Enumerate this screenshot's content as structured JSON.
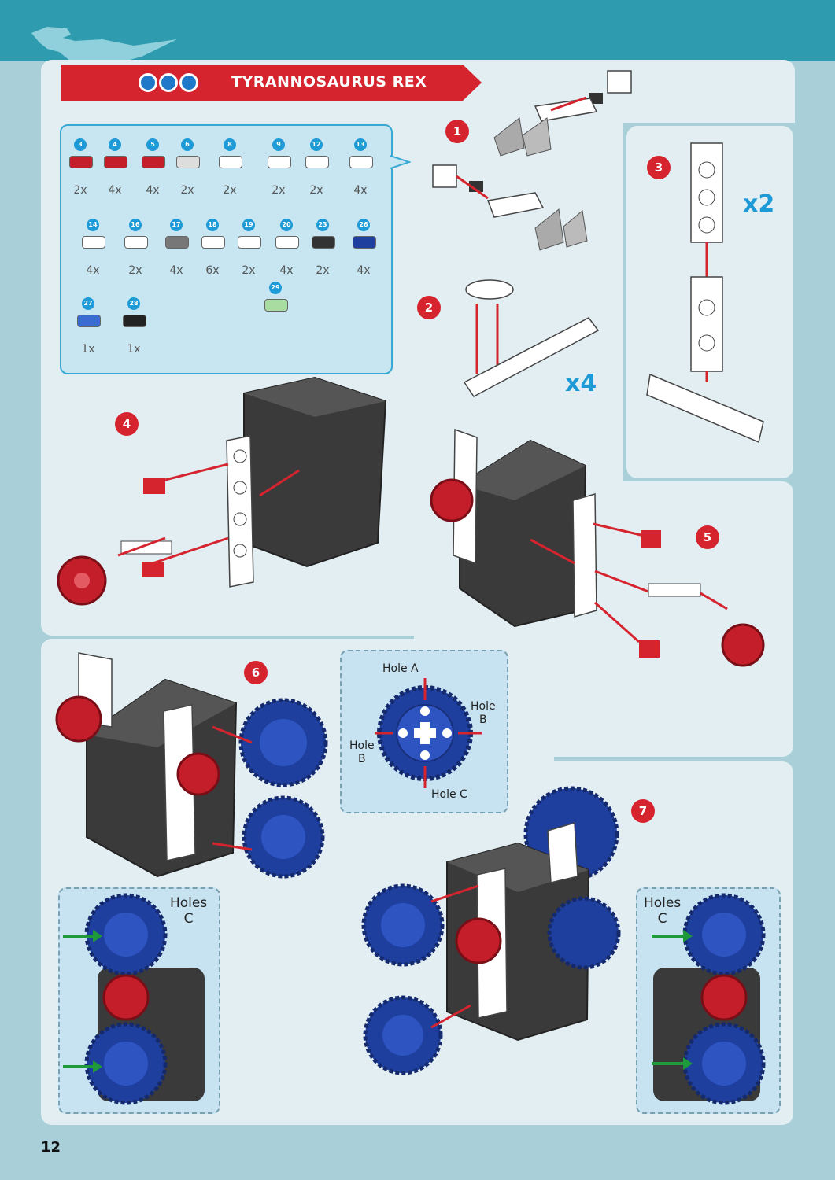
{
  "header": {
    "title": "TYRANNOSAURUS REX",
    "difficulty_dots": 3
  },
  "parts": [
    {
      "id": "3",
      "qty": "2x"
    },
    {
      "id": "4",
      "qty": "4x"
    },
    {
      "id": "5",
      "qty": "4x"
    },
    {
      "id": "6",
      "qty": "2x"
    },
    {
      "id": "8",
      "qty": "2x"
    },
    {
      "id": "9",
      "qty": "2x"
    },
    {
      "id": "12",
      "qty": "2x"
    },
    {
      "id": "13",
      "qty": "4x"
    },
    {
      "id": "14",
      "qty": "4x"
    },
    {
      "id": "16",
      "qty": "2x"
    },
    {
      "id": "17",
      "qty": "4x"
    },
    {
      "id": "18",
      "qty": "6x"
    },
    {
      "id": "19",
      "qty": "2x"
    },
    {
      "id": "20",
      "qty": "4x"
    },
    {
      "id": "23",
      "qty": "2x"
    },
    {
      "id": "26",
      "qty": "4x"
    },
    {
      "id": "27",
      "qty": "1x"
    },
    {
      "id": "28",
      "qty": "1x"
    },
    {
      "id": "29",
      "qty": ""
    }
  ],
  "steps": [
    "1",
    "2",
    "3",
    "4",
    "5",
    "6",
    "7"
  ],
  "multipliers": {
    "step2": "x4",
    "step3": "x2"
  },
  "gear_labels": {
    "hole_a": "Hole A",
    "hole_b_right": "Hole\nB",
    "hole_b_left": "Hole\nB",
    "hole_c": "Hole C"
  },
  "holes_c_left": "Holes\nC",
  "holes_c_right": "Holes\nC",
  "page_number": "12",
  "colors": {
    "red": "#d6242f",
    "blue": "#1f3f9e",
    "teal": "#2e9cae",
    "accent": "#1e9bd7"
  }
}
